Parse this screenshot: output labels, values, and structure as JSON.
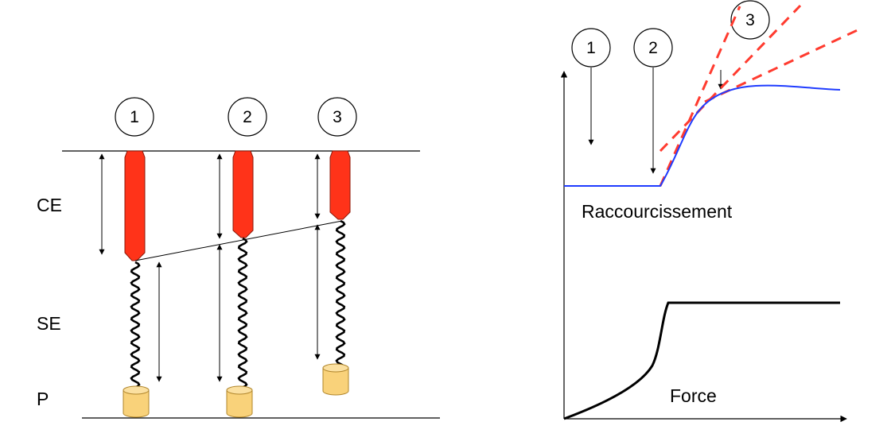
{
  "left_diagram": {
    "labels": {
      "ce": "CE",
      "se": "SE",
      "p": "P"
    },
    "columns": [
      {
        "number": "1"
      },
      {
        "number": "2"
      },
      {
        "number": "3"
      }
    ]
  },
  "right_diagram": {
    "markers": [
      {
        "number": "1"
      },
      {
        "number": "2"
      },
      {
        "number": "3"
      }
    ],
    "shortening_label": "Raccourcissement",
    "force_label": "Force"
  },
  "colors": {
    "contractile": "#ff3319",
    "contractile_stroke": "#8b1a0a",
    "load": "#f9d27a",
    "load_stroke": "#b0852a",
    "shortening_curve": "#1f3cff",
    "tangent_lines": "#ff3b2f",
    "force_curve": "#000000"
  }
}
